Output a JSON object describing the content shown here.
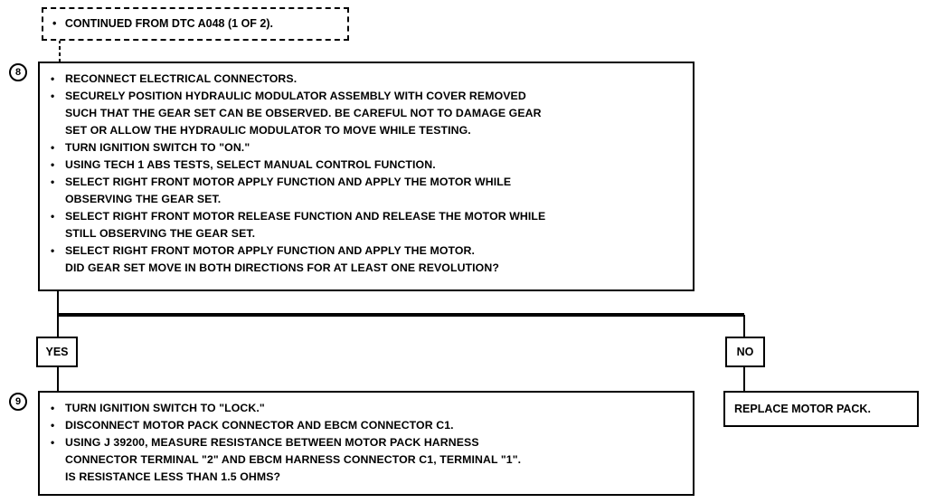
{
  "header_box": {
    "bullet": "•",
    "text": "CONTINUED FROM DTC A048 (1 OF 2)."
  },
  "step8": {
    "number": "8",
    "lines": [
      {
        "bullet": true,
        "text": "RECONNECT ELECTRICAL CONNECTORS."
      },
      {
        "bullet": true,
        "text": "SECURELY POSITION HYDRAULIC MODULATOR ASSEMBLY WITH COVER REMOVED"
      },
      {
        "bullet": false,
        "text": "SUCH THAT THE GEAR SET CAN BE OBSERVED. BE CAREFUL NOT TO DAMAGE GEAR"
      },
      {
        "bullet": false,
        "text": "SET OR ALLOW THE HYDRAULIC MODULATOR TO MOVE WHILE TESTING."
      },
      {
        "bullet": true,
        "text": "TURN IGNITION SWITCH TO \"ON.\""
      },
      {
        "bullet": true,
        "text": "USING TECH 1 ABS TESTS, SELECT MANUAL CONTROL FUNCTION."
      },
      {
        "bullet": true,
        "text": "SELECT RIGHT FRONT MOTOR APPLY FUNCTION AND APPLY THE MOTOR WHILE"
      },
      {
        "bullet": false,
        "text": "OBSERVING THE GEAR SET."
      },
      {
        "bullet": true,
        "text": "SELECT RIGHT FRONT MOTOR RELEASE FUNCTION AND RELEASE THE MOTOR WHILE"
      },
      {
        "bullet": false,
        "text": "STILL OBSERVING THE GEAR SET."
      },
      {
        "bullet": true,
        "text": "SELECT RIGHT FRONT MOTOR APPLY FUNCTION AND APPLY THE MOTOR."
      },
      {
        "bullet": false,
        "text": "DID GEAR SET MOVE IN BOTH DIRECTIONS FOR AT LEAST ONE REVOLUTION?"
      }
    ]
  },
  "yes_label": "YES",
  "no_label": "NO",
  "no_result": "REPLACE MOTOR PACK.",
  "step9": {
    "number": "9",
    "lines": [
      {
        "bullet": true,
        "text": "TURN IGNITION SWITCH TO \"LOCK.\""
      },
      {
        "bullet": true,
        "text": "DISCONNECT MOTOR PACK CONNECTOR AND EBCM CONNECTOR C1."
      },
      {
        "bullet": true,
        "text": "USING J 39200, MEASURE RESISTANCE BETWEEN MOTOR PACK HARNESS"
      },
      {
        "bullet": false,
        "text": "CONNECTOR TERMINAL \"2\" AND EBCM HARNESS CONNECTOR C1, TERMINAL \"1\"."
      },
      {
        "bullet": false,
        "text": "IS RESISTANCE LESS THAN 1.5 OHMS?"
      }
    ]
  }
}
